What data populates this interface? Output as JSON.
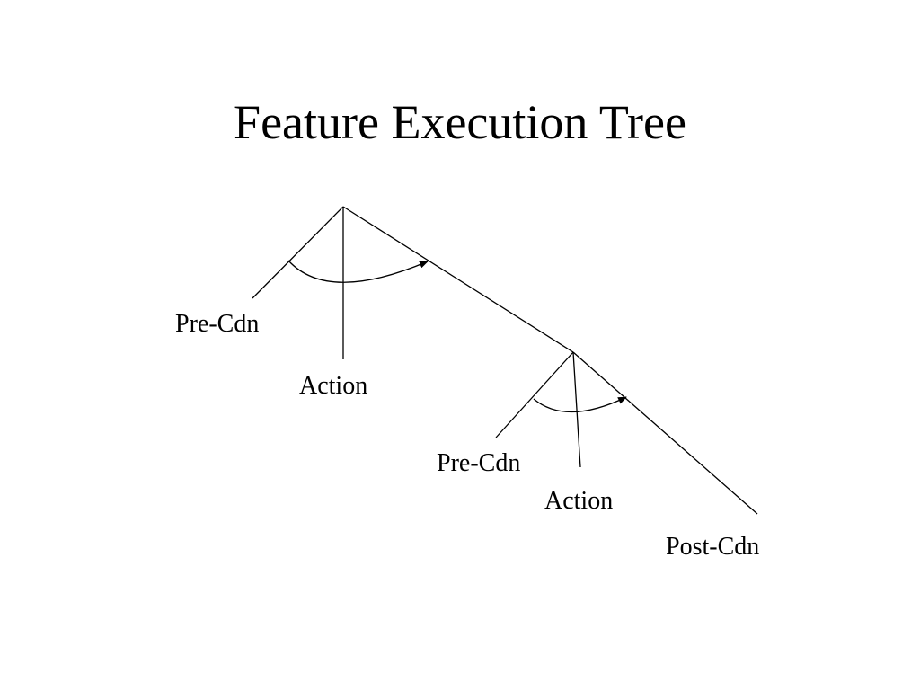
{
  "title": "Feature Execution Tree",
  "colors": {
    "background": "#ffffff",
    "ink": "#000000"
  },
  "tree": {
    "upper": {
      "precondition_label": "Pre-Cdn",
      "action_label": "Action"
    },
    "lower": {
      "precondition_label": "Pre-Cdn",
      "action_label": "Action",
      "postcondition_label": "Post-Cdn"
    }
  }
}
